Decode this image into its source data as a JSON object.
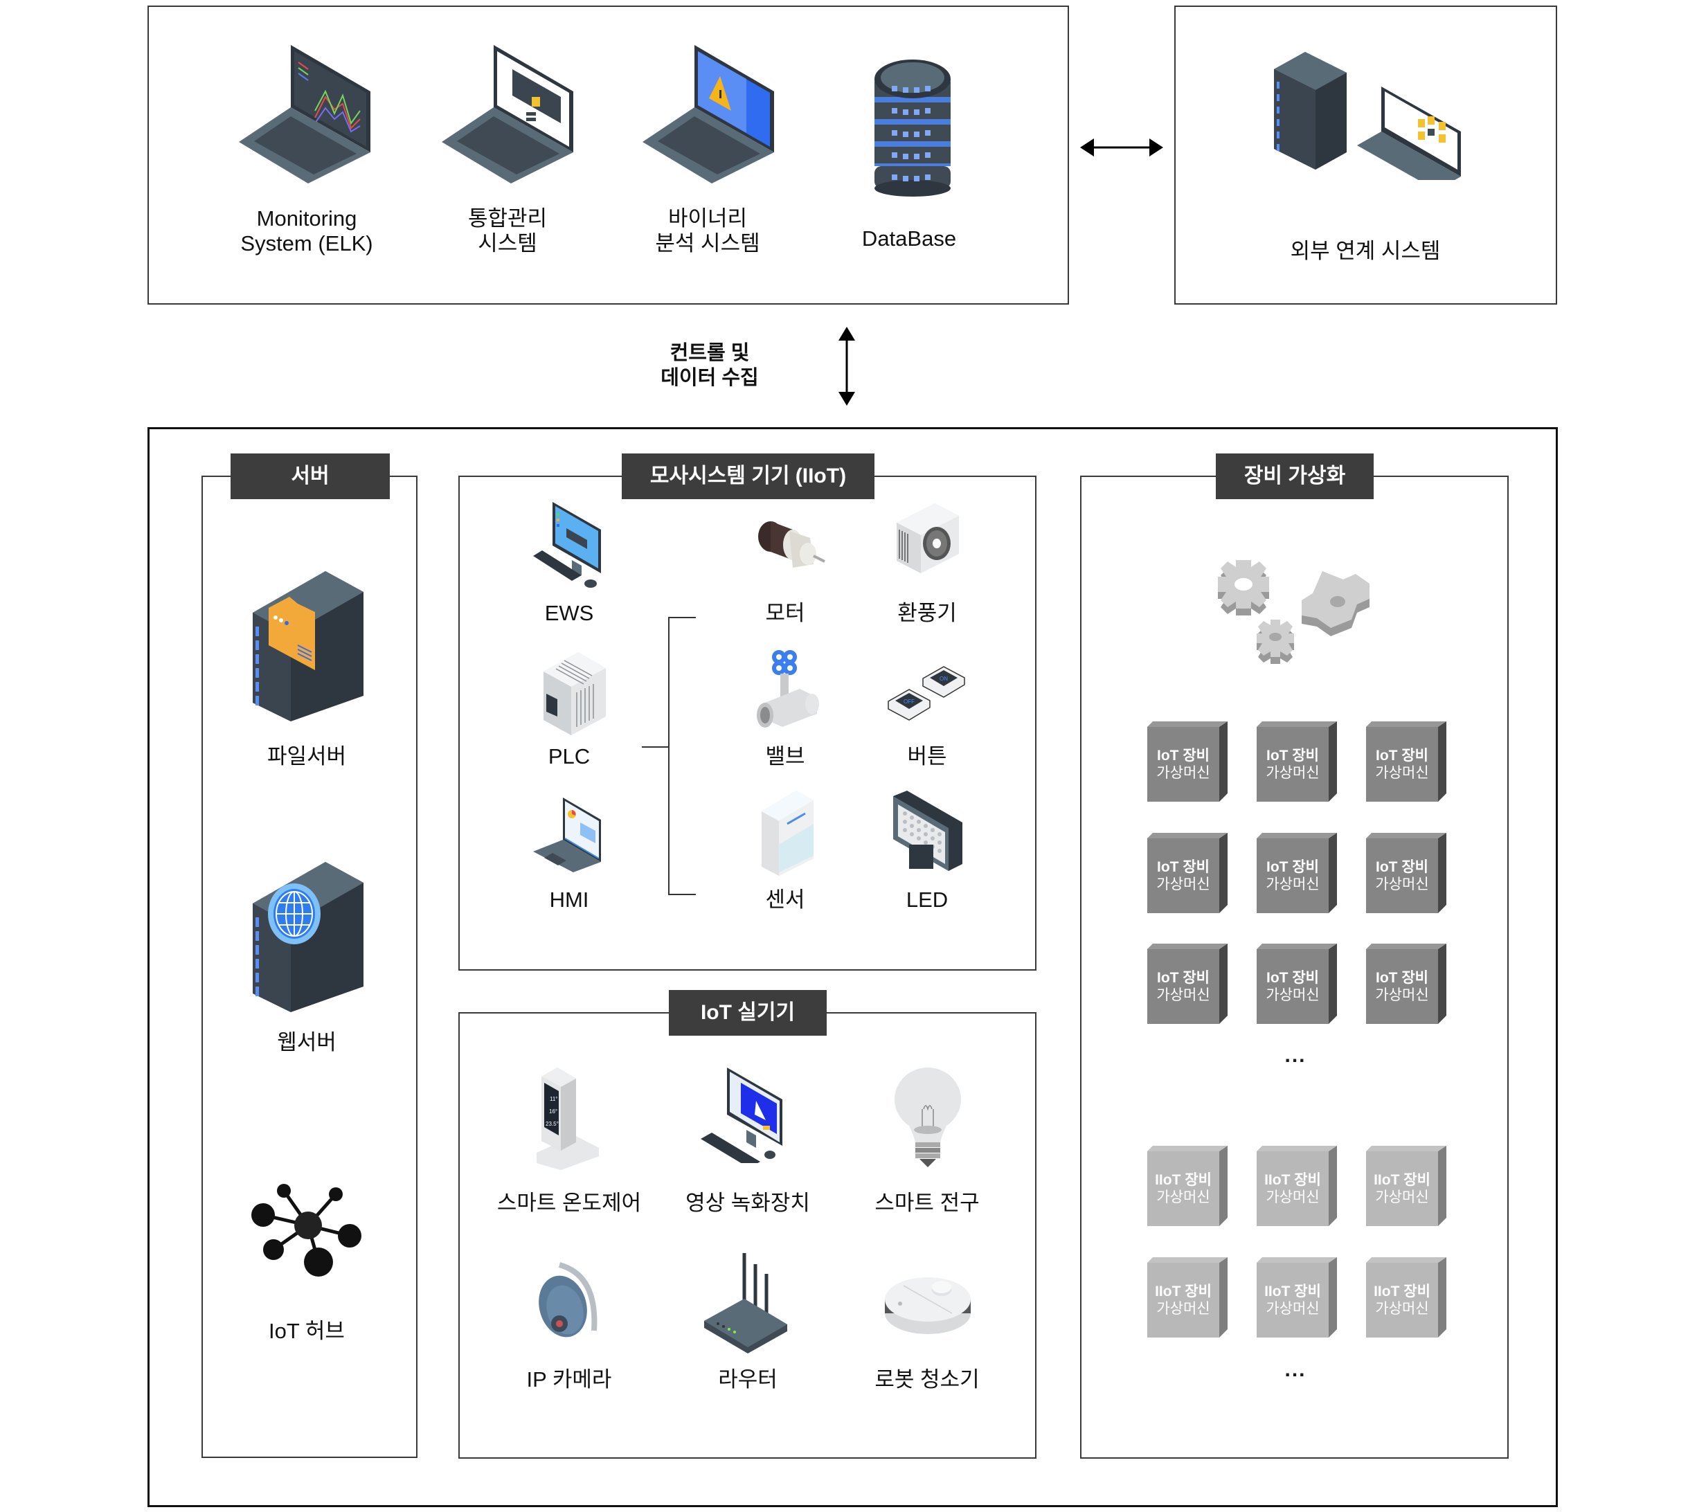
{
  "top_systems": {
    "items": [
      {
        "label": "Monitoring\nSystem (ELK)",
        "icon": "laptop-monitoring-icon"
      },
      {
        "label": "통합관리\n시스템",
        "icon": "laptop-lock-icon"
      },
      {
        "label": "바이너리\n분석 시스템",
        "icon": "laptop-warning-icon"
      },
      {
        "label": "DataBase",
        "icon": "database-icon"
      }
    ]
  },
  "external": {
    "label": "외부 연계 시스템",
    "icon": "server-laptop-icon"
  },
  "link_label": "컨트롤 및\n데이터 수집",
  "server_panel": {
    "title": "서버",
    "items": [
      {
        "label": "파일서버",
        "icon": "file-server-icon"
      },
      {
        "label": "웹서버",
        "icon": "web-server-icon"
      },
      {
        "label": "IoT 허브",
        "icon": "iot-hub-icon"
      }
    ]
  },
  "iiot_panel": {
    "title": "모사시스템 기기 (IIoT)",
    "controllers": [
      {
        "label": "EWS",
        "icon": "workstation-icon"
      },
      {
        "label": "PLC",
        "icon": "plc-icon"
      },
      {
        "label": "HMI",
        "icon": "hmi-laptop-icon"
      }
    ],
    "devices": [
      {
        "label": "모터",
        "icon": "motor-icon"
      },
      {
        "label": "환풍기",
        "icon": "ventilator-icon"
      },
      {
        "label": "밸브",
        "icon": "valve-icon"
      },
      {
        "label": "버튼",
        "icon": "button-icon"
      },
      {
        "label": "센서",
        "icon": "sensor-icon"
      },
      {
        "label": "LED",
        "icon": "led-panel-icon"
      }
    ],
    "button_texts": {
      "on": "ON",
      "off": "OFF"
    }
  },
  "iot_panel": {
    "title": "IoT 실기기",
    "items": [
      {
        "label": "스마트 온도제어",
        "icon": "thermostat-icon"
      },
      {
        "label": "영상 녹화장치",
        "icon": "video-recorder-icon"
      },
      {
        "label": "스마트 전구",
        "icon": "smart-bulb-icon"
      },
      {
        "label": "IP 카메라",
        "icon": "ip-camera-icon"
      },
      {
        "label": "라우터",
        "icon": "router-icon"
      },
      {
        "label": "로봇 청소기",
        "icon": "robot-vacuum-icon"
      }
    ],
    "thermostat_readings": [
      "11°",
      "16°",
      "23.5°"
    ]
  },
  "virtualization_panel": {
    "title": "장비 가상화",
    "iot_vm": {
      "line1": "IoT 장비",
      "line2": "가상머신",
      "count": 9
    },
    "iiot_vm": {
      "line1": "IIoT 장비",
      "line2": "가상머신",
      "count": 6
    },
    "ellipsis": "..."
  },
  "colors": {
    "header_bg": "#3d3d3d",
    "iot_vm_face": "#858585",
    "iot_vm_side": "#474747",
    "iiot_vm_face": "#b8b8b8",
    "iiot_vm_side": "#7f7f7f",
    "device_dark": "#3f4a55",
    "device_blue": "#4a8cf0"
  }
}
